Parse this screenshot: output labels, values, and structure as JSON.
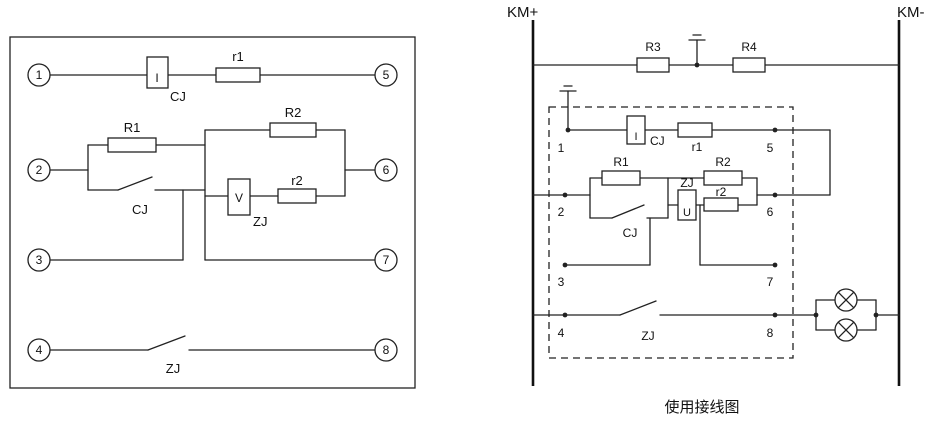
{
  "caption": "使用接线图",
  "schematic": {
    "terminals": {
      "t1": "1",
      "t2": "2",
      "t3": "3",
      "t4": "4",
      "t5": "5",
      "t6": "6",
      "t7": "7",
      "t8": "8"
    },
    "components": {
      "coil_i_symbol": "I",
      "coil_i_name": "CJ",
      "resistor_r1": "r1",
      "resistor_R1": "R1",
      "resistor_R2": "R2",
      "resistor_r2": "r2",
      "coil_v_symbol": "V",
      "coil_v_name": "ZJ",
      "contact_cj": "CJ",
      "contact_zj": "ZJ"
    }
  },
  "wiring": {
    "bus_positive": "KM+",
    "bus_negative": "KM-",
    "resistor_R3": "R3",
    "resistor_R4": "R4",
    "points": {
      "p1": "1",
      "p2": "2",
      "p3": "3",
      "p4": "4",
      "p5": "5",
      "p6": "6",
      "p7": "7",
      "p8": "8"
    },
    "components": {
      "coil_i_symbol": "I",
      "coil_i_name": "CJ",
      "resistor_r1": "r1",
      "resistor_R1": "R1",
      "resistor_R2": "R2",
      "resistor_r2": "r2",
      "coil_u_symbol": "U",
      "coil_u_name": "ZJ",
      "contact_cj": "CJ",
      "contact_zj": "ZJ"
    }
  }
}
